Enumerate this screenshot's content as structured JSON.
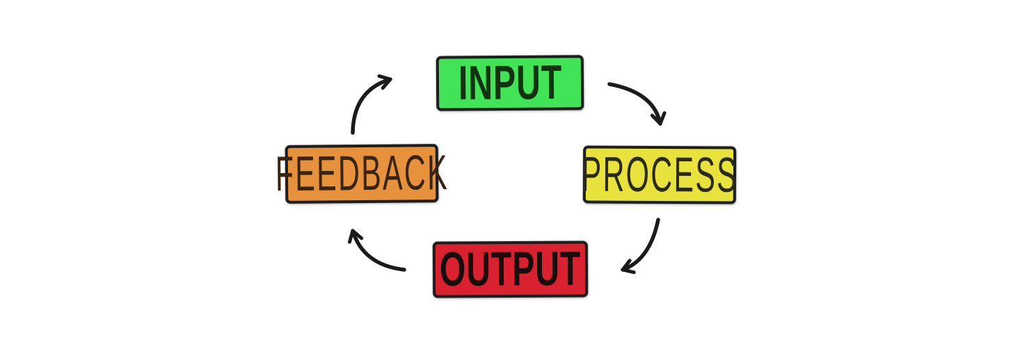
{
  "diagram": {
    "type": "cycle",
    "background": "#ffffff",
    "arrow_color": "#1b1b1b",
    "nodes": [
      {
        "id": "input",
        "label": "INPUT",
        "fill": "#41e457",
        "border": "#1d4d1d",
        "text_color": "#123312",
        "shape": "rounded-rectangle",
        "position": "top"
      },
      {
        "id": "process",
        "label": "PROCESS",
        "fill": "#e7e23c",
        "border": "#1d1d1d",
        "text_color": "#2b2a18",
        "shape": "rounded-rectangle",
        "position": "right"
      },
      {
        "id": "output",
        "label": "OUTPUT",
        "fill": "#da2130",
        "border": "#1d1d1d",
        "text_color": "#190c0c",
        "shape": "rounded-rectangle",
        "position": "bottom"
      },
      {
        "id": "feedback",
        "label": "FEEDBACK",
        "fill": "#e6923c",
        "border": "#1d1d1d",
        "text_color": "#3a2410",
        "shape": "rounded-rectangle",
        "position": "left"
      }
    ],
    "edges": [
      {
        "from": "input",
        "to": "process",
        "style": "curved-hand-drawn-arrow"
      },
      {
        "from": "process",
        "to": "output",
        "style": "curved-hand-drawn-arrow"
      },
      {
        "from": "output",
        "to": "feedback",
        "style": "curved-hand-drawn-arrow"
      },
      {
        "from": "feedback",
        "to": "input",
        "style": "curved-hand-drawn-arrow"
      }
    ]
  }
}
